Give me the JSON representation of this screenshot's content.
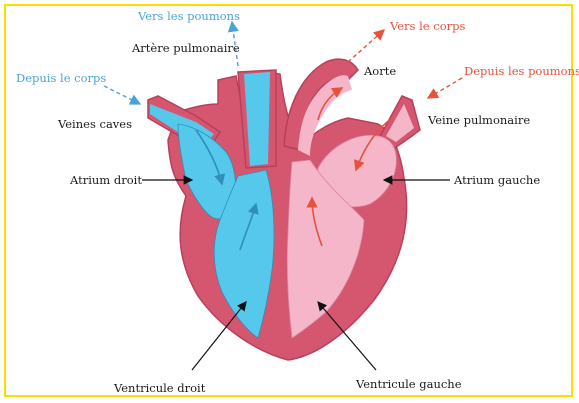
{
  "labels": {
    "vers_poumons": "Vers les poumons",
    "artere_pulmonaire": "Artère pulmonaire",
    "vers_corps": "Vers le corps",
    "aorte": "Aorte",
    "depuis_poumons": "Depuis les poumons",
    "depuis_corps": "Depuis le corps",
    "veines_caves": "Veines caves",
    "veine_pulmonaire": "Veine pulmonaire",
    "atrium_droit": "Atrium droit",
    "atrium_gauche": "Atrium gauche",
    "ventricule_droit": "Ventricule droit",
    "ventricule_gauche": "Ventricule gauche"
  },
  "colors": {
    "frame_border": "#f5e000",
    "muscle": "#d4566f",
    "muscle_dark": "#b9405a",
    "deoxygenated": "#55c8ec",
    "oxygenated": "#f4b6c8",
    "label_blue": "#4aa3d8",
    "label_red": "#e5533d"
  }
}
